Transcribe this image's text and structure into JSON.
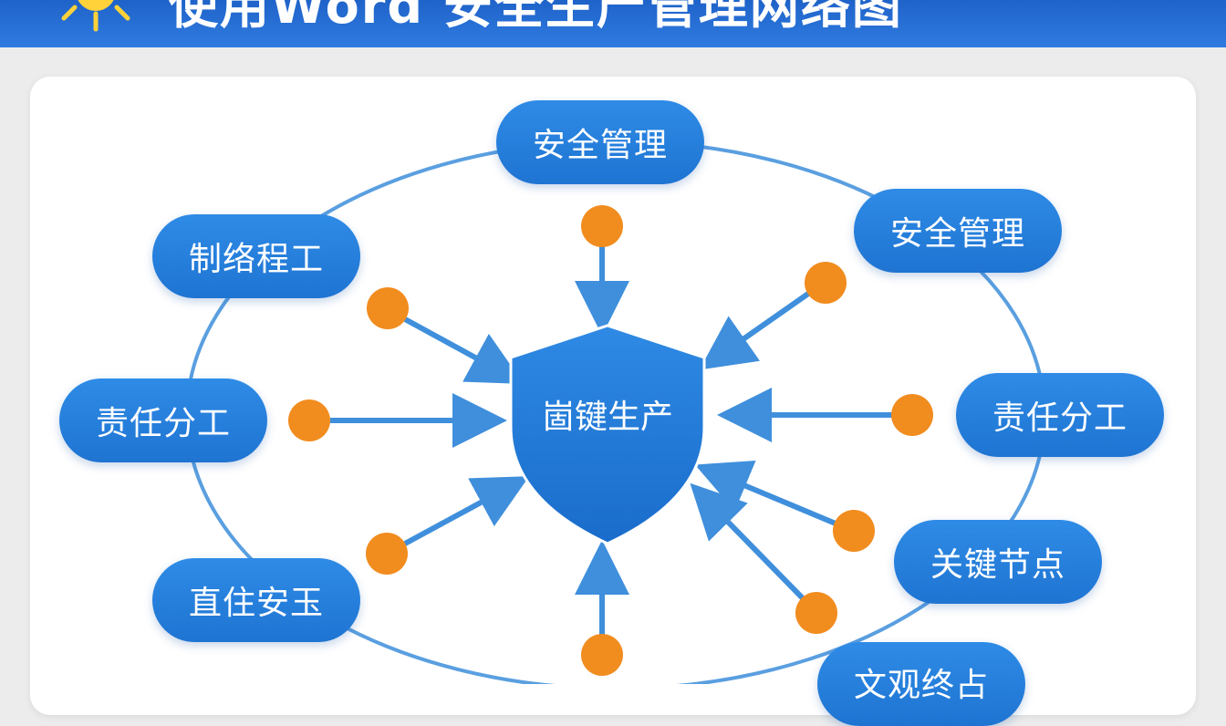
{
  "header": {
    "title": "使用Word 安全生产管理网络图"
  },
  "colors": {
    "primary_blue": "#2580dc",
    "dot_orange": "#f18c1f",
    "arrow_blue": "#3f8fdc",
    "ring_blue": "#5a9fe0"
  },
  "diagram": {
    "center_label": "崮键生产",
    "nodes": [
      {
        "label": "安全管理"
      },
      {
        "label": "安全管理"
      },
      {
        "label": "制络程工"
      },
      {
        "label": "责任分工"
      },
      {
        "label": "责任分工"
      },
      {
        "label": "直住安玉"
      },
      {
        "label": "关键节点"
      },
      {
        "label": "文观终占"
      }
    ]
  }
}
